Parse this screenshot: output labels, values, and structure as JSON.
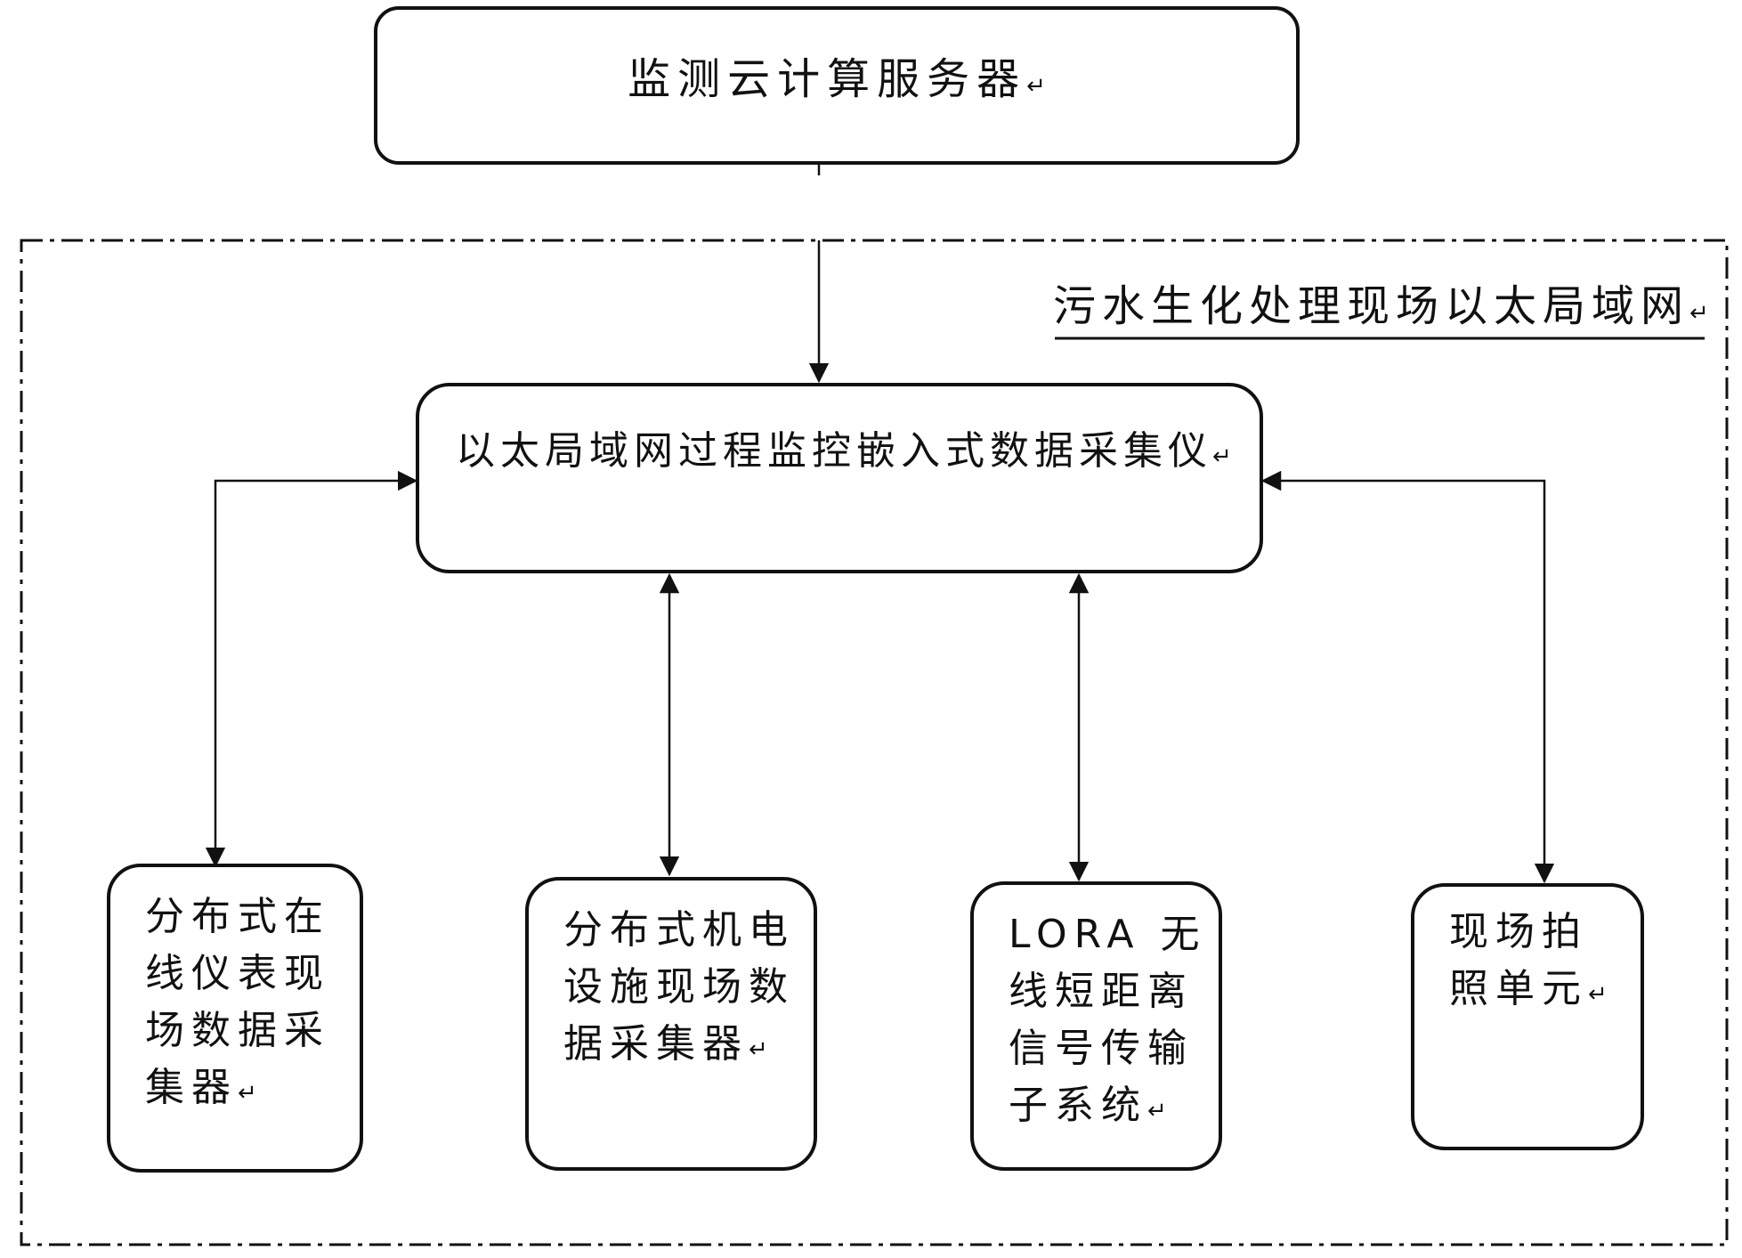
{
  "nodes": {
    "cloud_server": "监测云计算服务器",
    "lan_region": "污水生化处理现场以太局域网",
    "embedded_collector": "以太局域网过程监控嵌入式数据采集仪",
    "meter_collector": "分布式在\n线仪表现\n场数据采\n集器",
    "facility_collector": "分布式机电\n设施现场数\n据采集器",
    "lora_subsystem": "LORA 无\n线短距离\n信号传输\n子系统",
    "photo_unit": "现场拍\n照单元"
  },
  "paragraph_mark": "↵",
  "colors": {
    "line": "#111111",
    "background": "#ffffff"
  }
}
